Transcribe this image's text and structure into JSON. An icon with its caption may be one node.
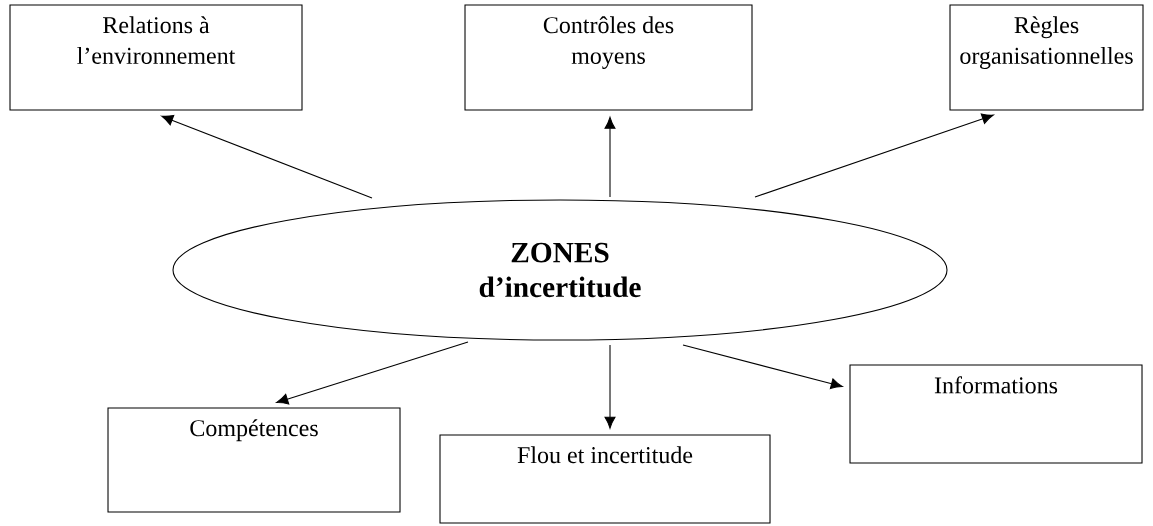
{
  "diagram": {
    "nodes": [
      {
        "text": [
          "Relations à l’environnement"
        ]
      },
      {
        "text": [
          "Contrôles des moyens"
        ]
      },
      {
        "text": [
          "Règles organisationnelles"
        ]
      },
      {
        "text": [
          "ZONES d’incertitude"
        ]
      },
      {
        "text": [
          "Compétences"
        ]
      },
      {
        "text": [
          "Flou et incertitude"
        ]
      },
      {
        "text": [
          "Informations"
        ]
      }
    ],
    "edges": [
      {
        "from": 3,
        "to": 0,
        "arrow": "to"
      },
      {
        "from": 3,
        "to": 1,
        "arrow": "to"
      },
      {
        "from": 3,
        "to": 2,
        "arrow": "to"
      },
      {
        "from": 3,
        "to": 4,
        "arrow": "to"
      },
      {
        "from": 3,
        "to": 5,
        "arrow": "to"
      },
      {
        "from": 3,
        "to": 6,
        "arrow": "to"
      }
    ]
  }
}
